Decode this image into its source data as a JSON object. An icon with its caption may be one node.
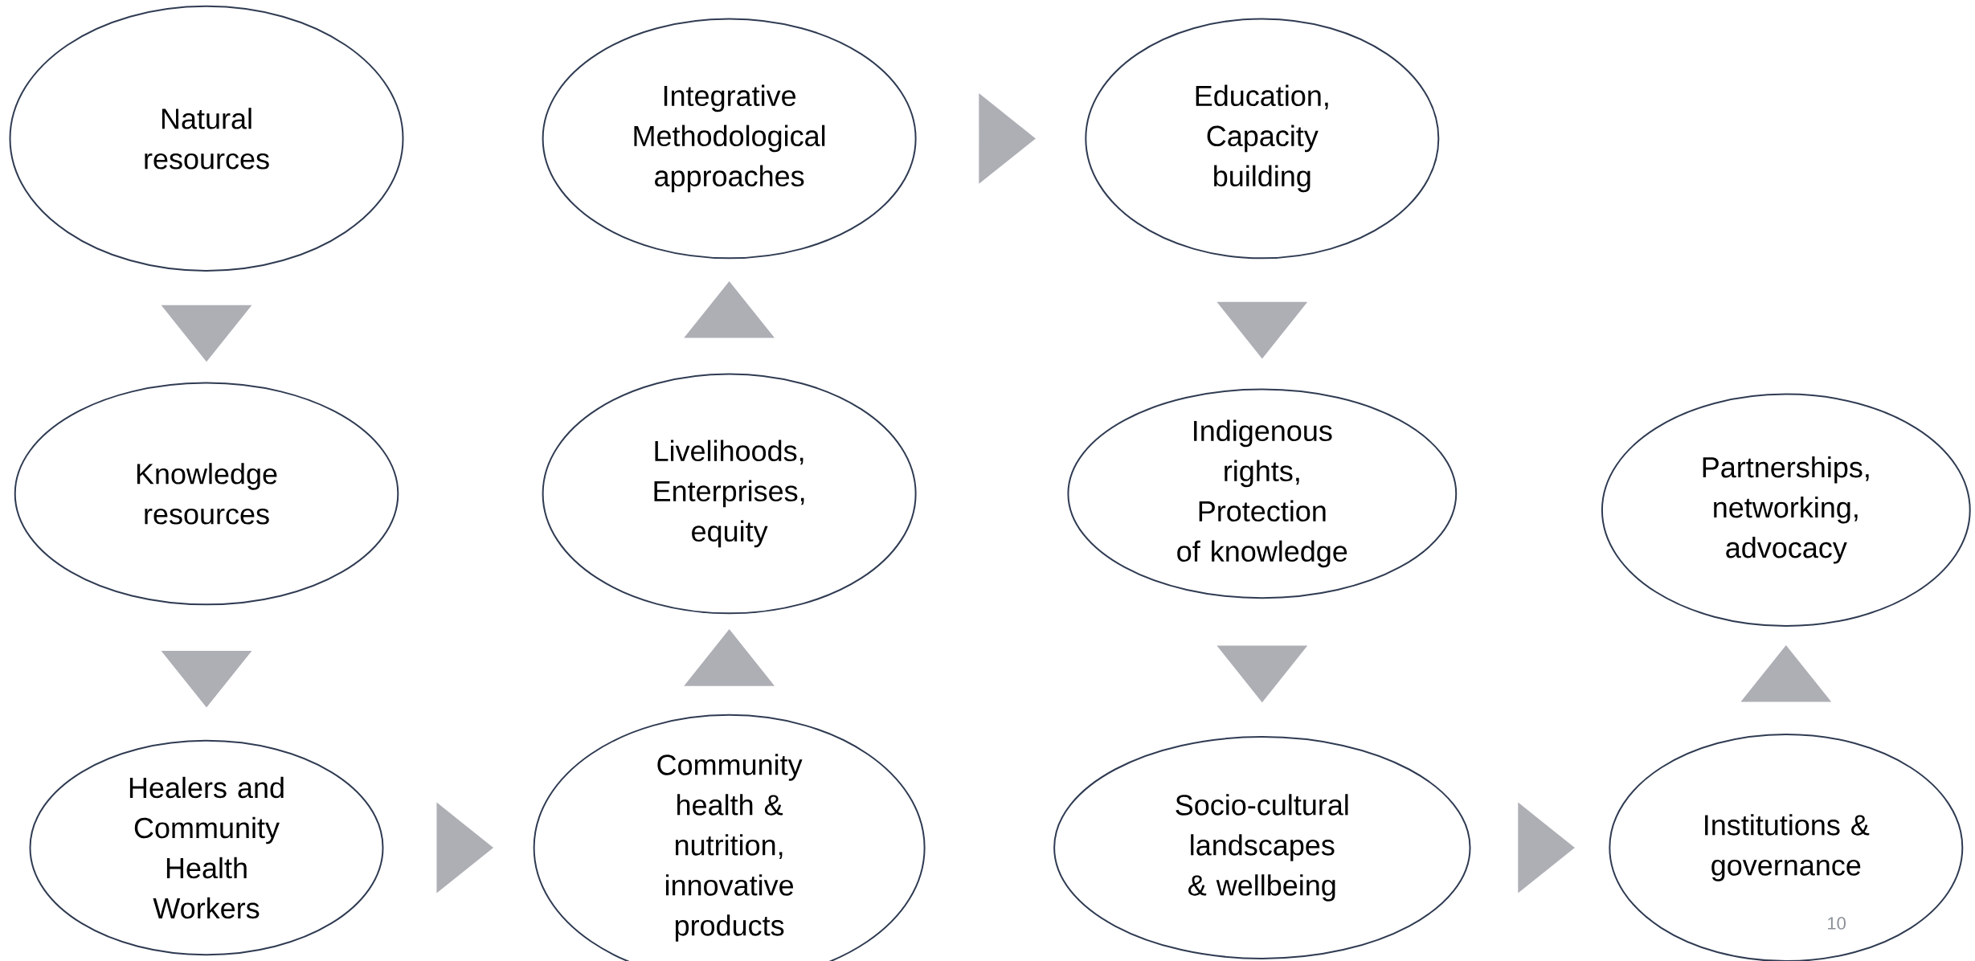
{
  "diagram": {
    "nodes": [
      {
        "text": [
          "Natural resources"
        ]
      },
      {
        "text": [
          "Integrative Methodological approaches"
        ]
      },
      {
        "text": [
          "Education, Capacity building"
        ]
      },
      {
        "text": [
          "Knowledge resources"
        ]
      },
      {
        "text": [
          "Livelihoods, Enterprises, equity"
        ]
      },
      {
        "text": [
          "Indigenous rights, Protection of knowledge"
        ]
      },
      {
        "text": [
          "Partnerships, networking, advocacy"
        ]
      },
      {
        "text": [
          "Healers and Community Health Workers"
        ]
      },
      {
        "text": [
          "Community health & nutrition, innovative products"
        ]
      },
      {
        "text": [
          "Socio-cultural landscapes & wellbeing"
        ]
      },
      {
        "text": [
          "Institutions & governance"
        ]
      }
    ],
    "edges": [
      {
        "from": 0,
        "to": 3,
        "arrow": "to"
      },
      {
        "from": 3,
        "to": 7,
        "arrow": "to"
      },
      {
        "from": 7,
        "to": 8,
        "arrow": "to"
      },
      {
        "from": 8,
        "to": 4,
        "arrow": "to"
      },
      {
        "from": 4,
        "to": 1,
        "arrow": "to"
      },
      {
        "from": 1,
        "to": 2,
        "arrow": "to"
      },
      {
        "from": 2,
        "to": 5,
        "arrow": "to"
      },
      {
        "from": 5,
        "to": 9,
        "arrow": "to"
      },
      {
        "from": 9,
        "to": 10,
        "arrow": "to"
      },
      {
        "from": 10,
        "to": 6,
        "arrow": "to"
      }
    ],
    "labels": [
      "10"
    ]
  }
}
